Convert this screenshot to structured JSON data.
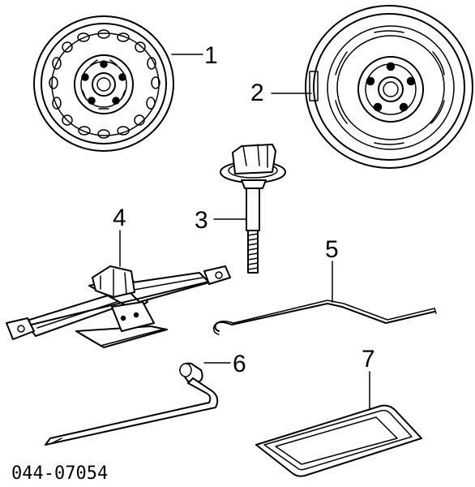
{
  "parts": [
    {
      "number": "1",
      "part": "steel-wheel"
    },
    {
      "number": "2",
      "part": "wheel-with-tire"
    },
    {
      "number": "3",
      "part": "spare-tire-hold-down-bolt"
    },
    {
      "number": "4",
      "part": "scissor-jack"
    },
    {
      "number": "5",
      "part": "jack-handle-rod"
    },
    {
      "number": "6",
      "part": "lug-wrench"
    },
    {
      "number": "7",
      "part": "tool-bag"
    }
  ],
  "diagram_code": "044-07054"
}
